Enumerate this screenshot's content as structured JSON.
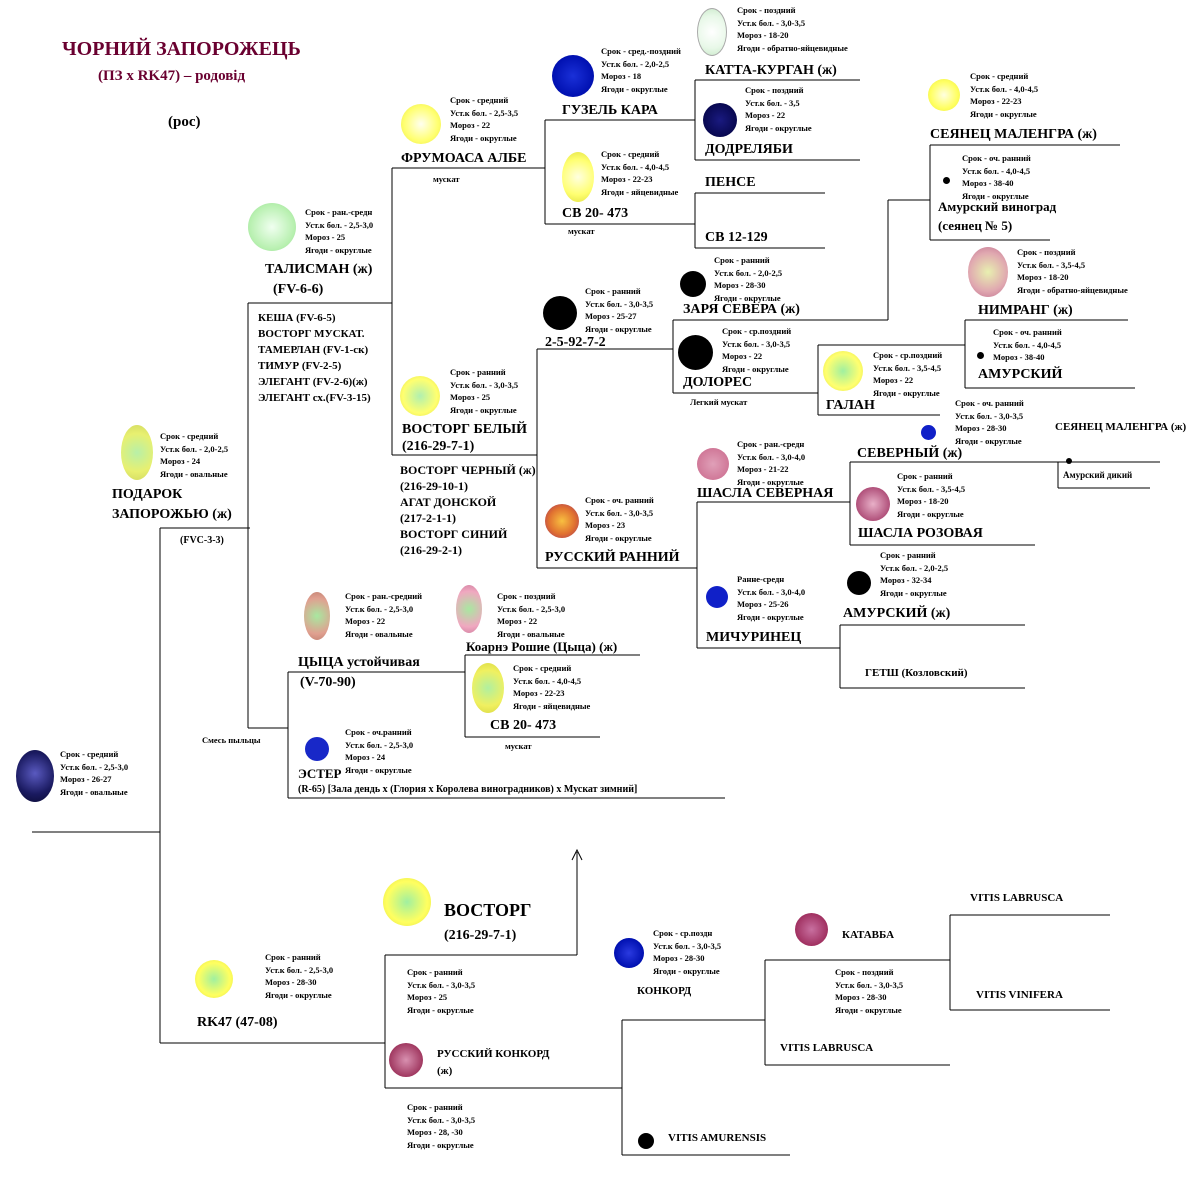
{
  "title": "ЧОРНИЙ ЗАПОРОЖЕЦЬ",
  "subtitle": "(ПЗ х RK47) – родовід",
  "note_ros": "(рос)",
  "colors": {
    "title": "#6a0030",
    "yellow": "#ffff66",
    "green": "#9fe79f",
    "blue": "#0018b8",
    "navy": "#0a0a55",
    "black": "#000000",
    "pink": "#d07a9a",
    "maroon": "#a03060"
  },
  "varieties": {
    "chorny": {
      "info": [
        "Срок - средний",
        "Уст.к бол. - 2,5-3,0",
        "Мороз - 26-27",
        "Ягоди - овальные"
      ]
    },
    "podarok": {
      "name1": "ПОДАРОК",
      "name2": "ЗАПОРОЖЬЮ (ж)",
      "code": "(FVC-3-3)",
      "info": [
        "Срок - средний",
        "Уст.к бол. - 2,0-2,5",
        "Мороз - 24",
        "Ягоди - овальные"
      ]
    },
    "talisman": {
      "name": "ТАЛИСМАН (ж)",
      "code": "(FV-6-6)",
      "info": [
        "Срок - ран.-средн",
        "Уст.к бол. - 2,5-3,0",
        "Мороз - 25",
        "Ягоди - округлые"
      ]
    },
    "talisman_list": [
      "КЕША (FV-6-5)",
      "ВОСТОРГ МУСКАТ.",
      "ТАМЕРЛАН (FV-1-ск)",
      "ТИМУР (FV-2-5)",
      "ЭЛЕГАНТ (FV-2-6)(ж)",
      "ЭЛЕГАНТ сх.(FV-3-15)"
    ],
    "frumoasa": {
      "name": "ФРУМОАСА АЛБЕ",
      "note": "мускат",
      "info": [
        "Срок - средний",
        "Уст.к бол. - 2,5-3,5",
        "Мороз - 22",
        "Ягоди - округлые"
      ]
    },
    "guzel": {
      "name": "ГУЗЕЛЬ КАРА",
      "info": [
        "Срок - сред.-поздний",
        "Уст.к бол. - 2,0-2,5",
        "Мороз - 18",
        "Ягоди - округлые"
      ]
    },
    "katta": {
      "name": "КАТТА-КУРГАН (ж)",
      "info": [
        "Срок - поздний",
        "Уст.к бол. - 3,0-3,5",
        "Мороз - 18-20",
        "Ягоди - обратно-яйцевидные"
      ]
    },
    "dodrelyabi": {
      "name": "ДОДРЕЛЯБИ",
      "info": [
        "Срок - поздний",
        "Уст.к бол. - 3,5",
        "Мороз - 22",
        "Ягоди - округлые"
      ]
    },
    "sv473a": {
      "name": "СВ 20- 473",
      "note": "мускат",
      "info": [
        "Срок - средний",
        "Уст.к бол. - 4,0-4,5",
        "Мороз - 22-23",
        "Ягоди - яйцевидные"
      ]
    },
    "pense": {
      "name": "ПЕНСЕ"
    },
    "sv12129": {
      "name": "СВ 12-129"
    },
    "seyanets1": {
      "name": "СЕЯНЕЦ МАЛЕНГРА (ж)",
      "info": [
        "Срок - средний",
        "Уст.к бол. - 4,0-4,5",
        "Мороз - 22-23",
        "Ягоди - округлые"
      ]
    },
    "amur_vinograd": {
      "name1": "Амурский виноград",
      "name2": "(сеянец № 5)",
      "info": [
        "Срок - оч. ранний",
        "Уст.к бол. - 4,0-4,5",
        "Мороз - 38-40",
        "Ягоди - округлые"
      ]
    },
    "nimrang": {
      "name": "НИМРАНГ (ж)",
      "info": [
        "Срок - поздний",
        "Уст.к бол. - 3,5-4,5",
        "Мороз - 18-20",
        "Ягоди - обратно-яйцевидные"
      ]
    },
    "amurski1": {
      "name": "АМУРСКИЙ",
      "info": [
        "Срок - оч. ранний",
        "Уст.к бол. - 4,0-4,5",
        "Мороз - 38-40"
      ]
    },
    "zarya": {
      "name": "ЗАРЯ СЕВЕРА (ж)",
      "info": [
        "Срок - ранний",
        "Уст.к бол. - 2,0-2,5",
        "Мороз - 28-30",
        "Ягоди - округлые"
      ]
    },
    "f2592": {
      "name": "2-5-92-7-2",
      "info": [
        "Срок - ранний",
        "Уст.к бол. - 3,0-3,5",
        "Мороз - 25-27",
        "Ягоди - округлые"
      ]
    },
    "dolores": {
      "name": "ДОЛОРЕС",
      "note": "Легкий мускат",
      "info": [
        "Срок - ср.поздний",
        "Уст.к бол. - 3,0-3,5",
        "Мороз - 22",
        "Ягоди - округлые"
      ]
    },
    "galan": {
      "name": "ГАЛАН",
      "info": [
        "Срок - ср.поздний",
        "Уст.к бол. - 3,5-4,5",
        "Мороз - 22",
        "Ягоди - округлые"
      ]
    },
    "vostorg_bely": {
      "name1": "ВОСТОРГ БЕЛЫЙ",
      "name2": "(216-29-7-1)",
      "info": [
        "Срок - ранний",
        "Уст.к бол. - 3,0-3,5",
        "Мороз - 25",
        "Ягоди - округлые"
      ]
    },
    "vostorg_list": [
      "ВОСТОРГ ЧЕРНЫЙ (ж)",
      "(216-29-10-1)",
      "АГАТ ДОНСКОЙ",
      "(217-2-1-1)",
      "ВОСТОРГ СИНИЙ",
      "(216-29-2-1)"
    ],
    "severny": {
      "name": "СЕВЕРНЫЙ (ж)",
      "info": [
        "Срок - оч. ранний",
        "Уст.к бол. - 3,0-3,5",
        "Мороз - 28-30",
        "Ягоди - округлые"
      ]
    },
    "seyanets2": {
      "name": "СЕЯНЕЦ МАЛЕНГРА (ж)",
      "sub": "Амурский дикий"
    },
    "shasla_sev": {
      "name": "ШАСЛА СЕВЕРНАЯ",
      "info": [
        "Срок - ран.-средн",
        "Уст.к бол. - 3,0-4,0",
        "Мороз - 21-22",
        "Ягоди - округлые"
      ]
    },
    "shasla_roz": {
      "name": "ШАСЛА РОЗОВАЯ",
      "info": [
        "Срок - ранний",
        "Уст.к бол. - 3,5-4,5",
        "Мороз - 18-20",
        "Ягоди - округлые"
      ]
    },
    "russky_ranny": {
      "name": "РУССКИЙ РАННИЙ",
      "info": [
        "Срок - оч. ранний",
        "Уст.к бол. - 3,0-3,5",
        "Мороз - 23",
        "Ягоди - округлые"
      ]
    },
    "amurski2": {
      "name": "АМУРСКИЙ (ж)",
      "info": [
        "Срок - ранний",
        "Уст.к бол. - 2,0-2,5",
        "Мороз - 32-34",
        "Ягоди - округлые"
      ]
    },
    "michurinets": {
      "name": "МИЧУРИНЕЦ",
      "info": [
        "Ранне-средн",
        "Уст.к бол. - 3,0-4,0",
        "Мороз - 25-26",
        "Ягоди - округлые"
      ]
    },
    "getsh": {
      "name": "ГЕТШ (Козловский)"
    },
    "tsytsa": {
      "name1": "ЦЫЦА устойчивая",
      "name2": "(V-70-90)",
      "info": [
        "Срок - ран.-средний",
        "Уст.к бол. - 2,5-3,0",
        "Мороз - 22",
        "Ягоди - овальные"
      ]
    },
    "koarne": {
      "name": "Коарнэ Рошие (Цыца) (ж)",
      "info": [
        "Срок - поздний",
        "Уст.к бол. - 2,5-3,0",
        "Мороз - 22",
        "Ягоди - овальные"
      ]
    },
    "sv473b": {
      "name": "СВ 20- 473",
      "note": "мускат",
      "info": [
        "Срок - средний",
        "Уст.к бол. - 4,0-4,5",
        "Мороз - 22-23",
        "Ягоди - яйцевидные"
      ]
    },
    "ester": {
      "name": "ЭСТЕР",
      "code": "(R-65) [Зала дендь х (Глория х Королева виноградников) х Мускат зимний]",
      "info": [
        "Срок - оч.ранний",
        "Уст.к бол. - 2,5-3,0",
        "Мороз - 24",
        "Ягоди - округлые"
      ]
    },
    "smes": "Смесь пыльцы",
    "vostorg": {
      "name": "ВОСТОРГ",
      "code": "(216-29-7-1)"
    },
    "rk47": {
      "name": "RK47 (47-08)",
      "info": [
        "Срок - ранний",
        "Уст.к бол. - 2,5-3,0",
        "Мороз - 28-30",
        "Ягоди - округлые"
      ]
    },
    "rusk_konkord": {
      "name1": "РУССКИЙ КОНКОРД",
      "name2": "(ж)",
      "info_top": [
        "Срок - ранний",
        "Уст.к бол. - 3,0-3,5",
        "Мороз - 25",
        "Ягоди - округлые"
      ],
      "info_bottom": [
        "Срок - ранний",
        "Уст.к бол. - 3,0-3,5",
        "Мороз - 28, -30",
        "Ягоди - округлые"
      ]
    },
    "konkord": {
      "name": "КОНКОРД",
      "info": [
        "Срок - ср.поздн",
        "Уст.к бол. - 3,0-3,5",
        "Мороз - 28-30",
        "Ягоди - округлые"
      ]
    },
    "katavba": {
      "name": "КАТАВБА",
      "info": [
        "Срок - поздний",
        "Уст.к бол. - 3,0-3,5",
        "Мороз - 28-30",
        "Ягоди - округлые"
      ]
    },
    "labrusca1": {
      "name": "VITIS LABRUSCA"
    },
    "vinifera": {
      "name": "VITIS  VINIFERA"
    },
    "labrusca2": {
      "name": "VITIS LABRUSCA"
    },
    "amurensis": {
      "name": "VITIS AMURENSIS"
    }
  }
}
